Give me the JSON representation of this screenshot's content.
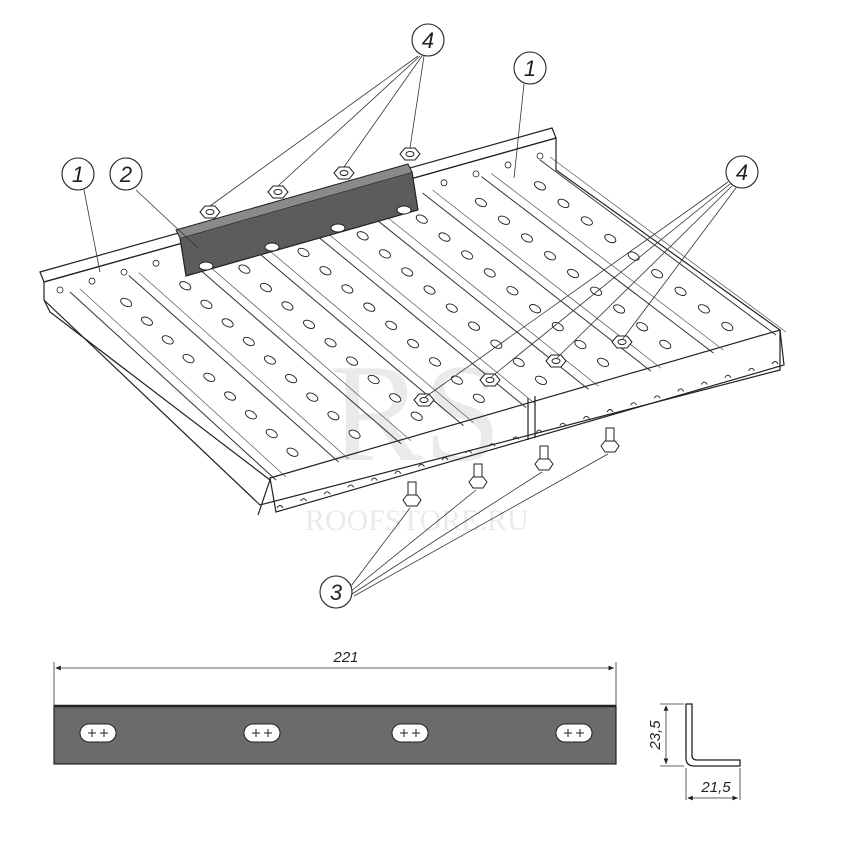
{
  "watermark": {
    "logo": "RS",
    "site": "ROOFSTORE.RU"
  },
  "callouts": {
    "tray_left": "1",
    "tray_right": "1",
    "connector_plate": "2",
    "bolts": "3",
    "nuts_top": "4",
    "nuts_right": "4"
  },
  "dimensions": {
    "plate_length": "221",
    "angle_height": "23,5",
    "angle_width": "21,5"
  }
}
